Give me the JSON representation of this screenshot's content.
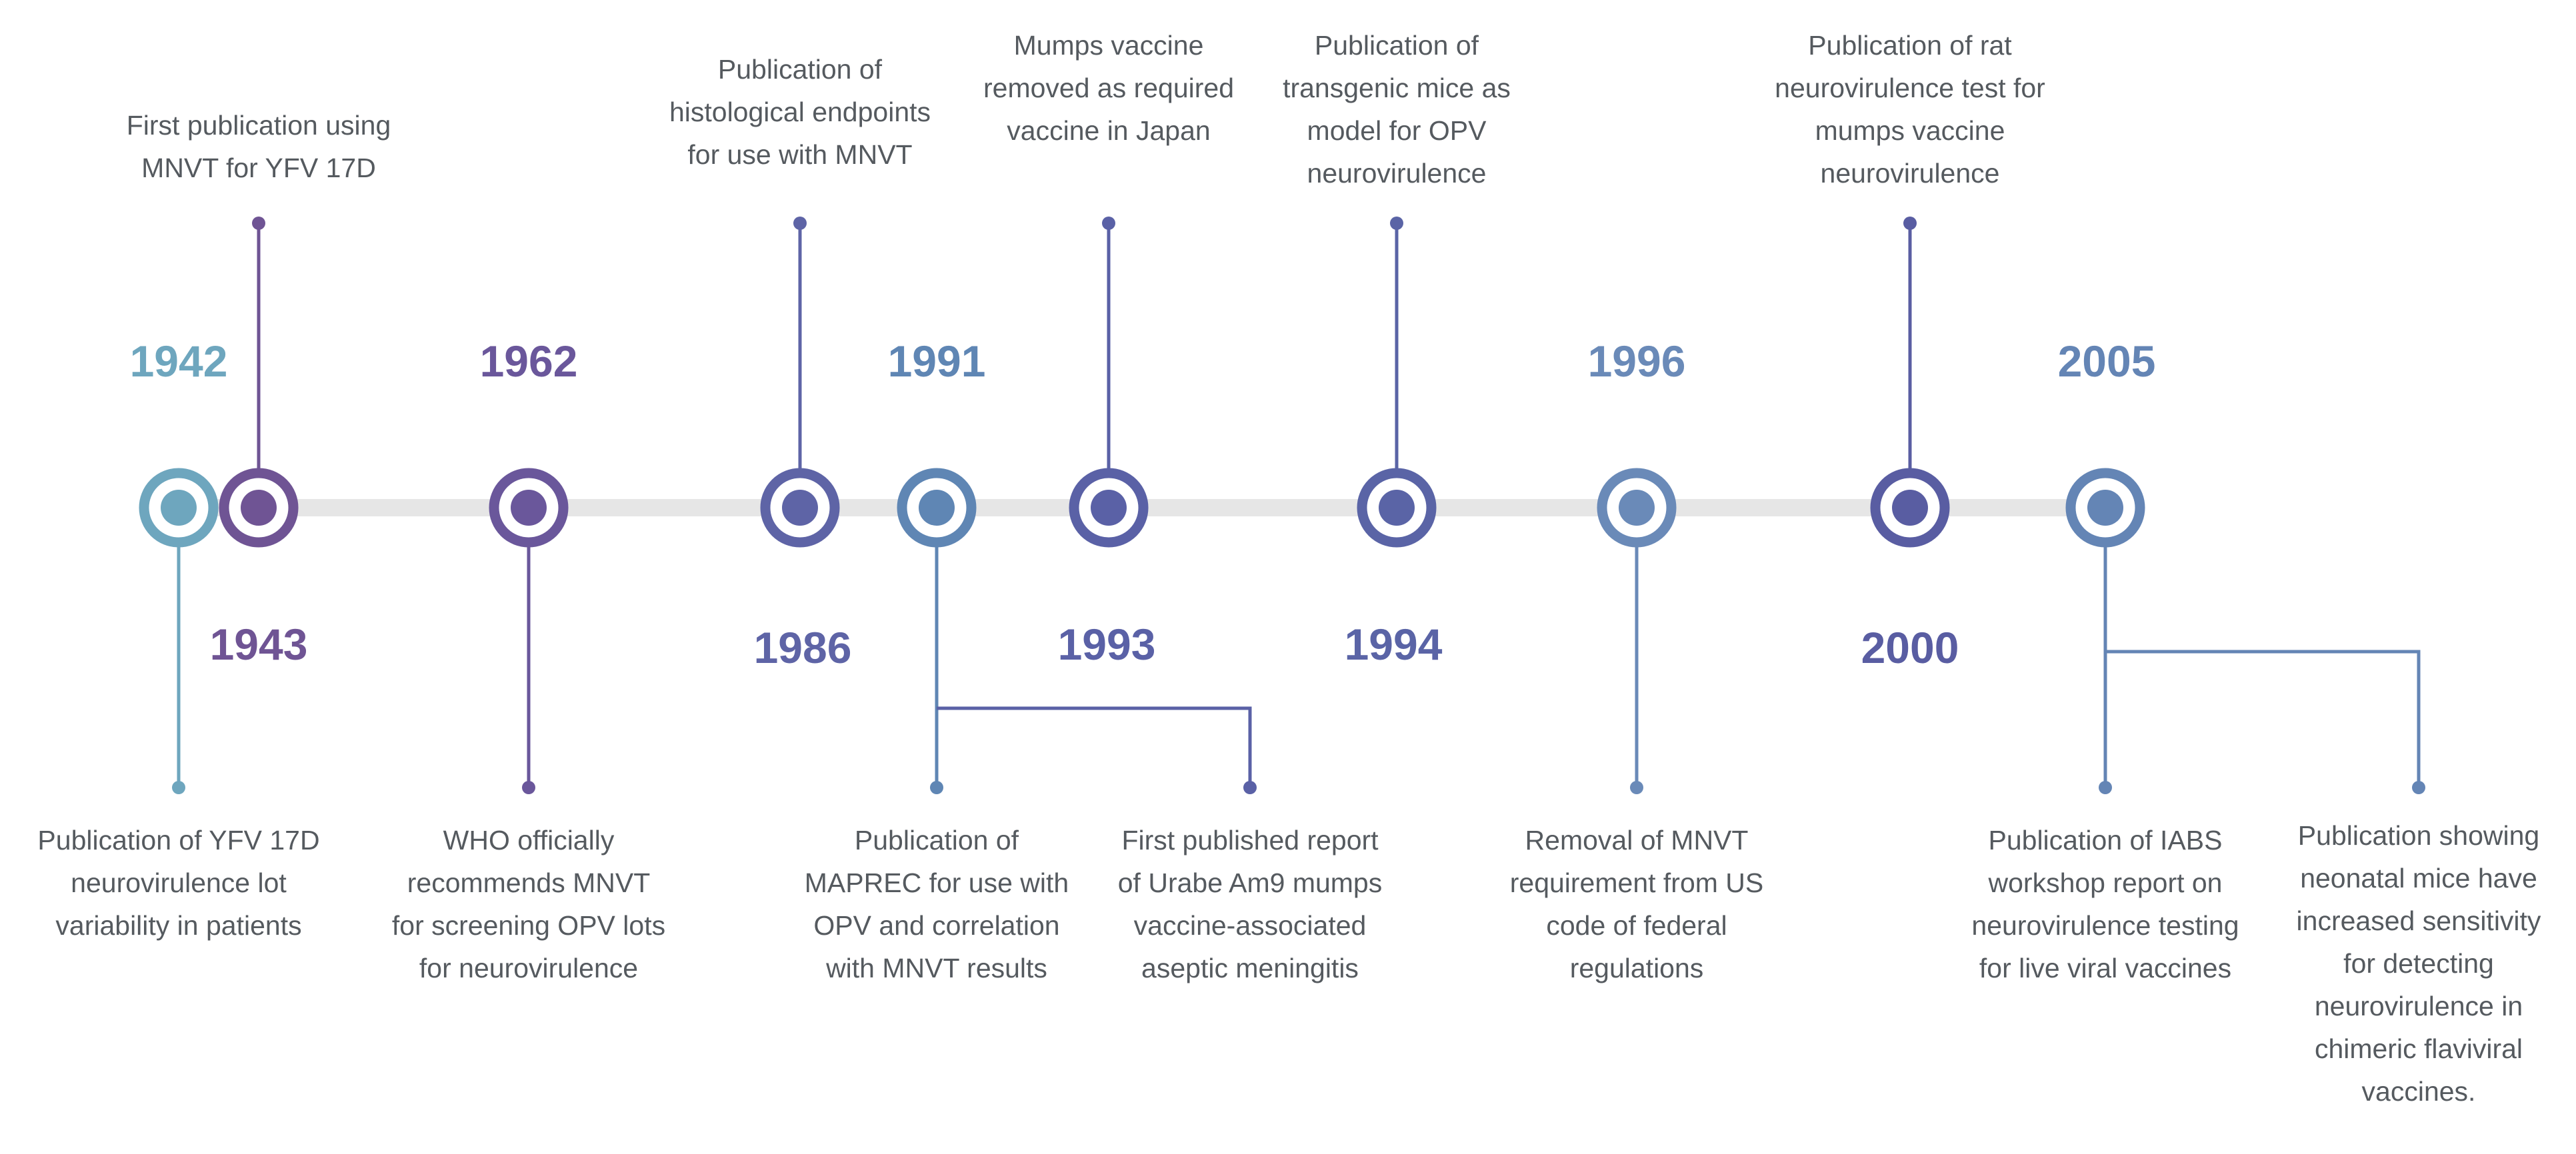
{
  "events": [
    {
      "id": "1942",
      "year": "1942",
      "color": "#6ea6be",
      "lines": [
        "Publication of YFV 17D",
        "neurovirulence lot",
        "variability in patients"
      ]
    },
    {
      "id": "1943",
      "year": "1943",
      "color": "#6f5494",
      "lines": [
        "First publication using",
        "MNVT for YFV 17D"
      ]
    },
    {
      "id": "1962",
      "year": "1962",
      "color": "#6a579b",
      "lines": [
        "WHO officially",
        "recommends MNVT",
        "for screening OPV lots",
        "for neurovirulence"
      ]
    },
    {
      "id": "1986",
      "year": "1986",
      "color": "#5e64a6",
      "lines": [
        "Publication of",
        "histological endpoints",
        "for use with MNVT"
      ]
    },
    {
      "id": "1991",
      "year": "1991",
      "color": "#5f86b4",
      "lines": [
        "Publication of",
        "MAPREC for use with",
        "OPV and correlation",
        "with MNVT results"
      ]
    },
    {
      "id": "1993a",
      "year": "1993",
      "color": "#5a61a6",
      "lines": [
        "Mumps vaccine",
        "removed as required",
        "vaccine in Japan"
      ]
    },
    {
      "id": "1993b",
      "year": "",
      "color": "#5a61a6",
      "lines": [
        "First published report",
        "of Urabe Am9 mumps",
        "vaccine-associated",
        "aseptic meningitis"
      ]
    },
    {
      "id": "1994",
      "year": "1994",
      "color": "#5a64a6",
      "lines": [
        "Publication of",
        "transgenic mice as",
        "model for OPV",
        "neurovirulence"
      ]
    },
    {
      "id": "1996",
      "year": "1996",
      "color": "#6a8ab8",
      "lines": [
        "Removal of MNVT",
        "requirement from US",
        "code of federal",
        "regulations"
      ]
    },
    {
      "id": "2000",
      "year": "2000",
      "color": "#595da2",
      "lines": [
        "Publication of rat",
        "neurovirulence test for",
        "mumps vaccine",
        "neurovirulence"
      ]
    },
    {
      "id": "2005a",
      "year": "2005",
      "color": "#6485b5",
      "lines": [
        "Publication of IABS",
        "workshop report on",
        "neurovirulence testing",
        "for live viral vaccines"
      ]
    },
    {
      "id": "2005b",
      "year": "",
      "color": "#6485b5",
      "lines": [
        "Publication showing",
        "neonatal mice have",
        "increased sensitivity",
        "for detecting",
        "neurovirulence in",
        "chimeric flaviviral",
        "vaccines."
      ]
    }
  ]
}
